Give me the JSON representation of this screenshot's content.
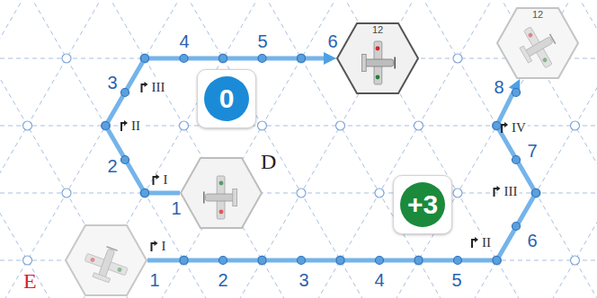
{
  "diagram": {
    "nodes": [
      {
        "text": [
          "12"
        ]
      },
      {
        "text": [
          "12"
        ]
      },
      {
        "text": [
          "0"
        ]
      },
      {
        "text": [
          "D"
        ]
      },
      {
        "text": [
          "+3"
        ]
      },
      {
        "text": [
          "E"
        ]
      }
    ],
    "edges": [
      {
        "from": 3,
        "to": 0,
        "arrow": "to"
      },
      {
        "from": 5,
        "to": 1,
        "arrow": "to"
      }
    ],
    "labels": [
      "1",
      "2",
      "3",
      "4",
      "5",
      "6",
      "I",
      "II",
      "III",
      "1",
      "2",
      "3",
      "4",
      "5",
      "6",
      "7",
      "8",
      "I",
      "II",
      "III",
      "IV"
    ]
  }
}
